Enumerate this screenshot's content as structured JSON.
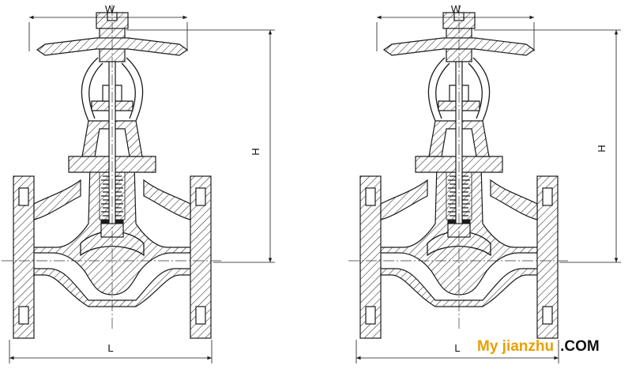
{
  "labels": {
    "left_width": "W",
    "left_height": "H",
    "left_length": "L",
    "right_width": "W",
    "right_height": "H",
    "right_length": "L"
  },
  "watermark": {
    "brand": "My jianzhu",
    "domain": ".COM"
  },
  "colors": {
    "brand": "#e8a000",
    "line": "#1a1a1a"
  }
}
